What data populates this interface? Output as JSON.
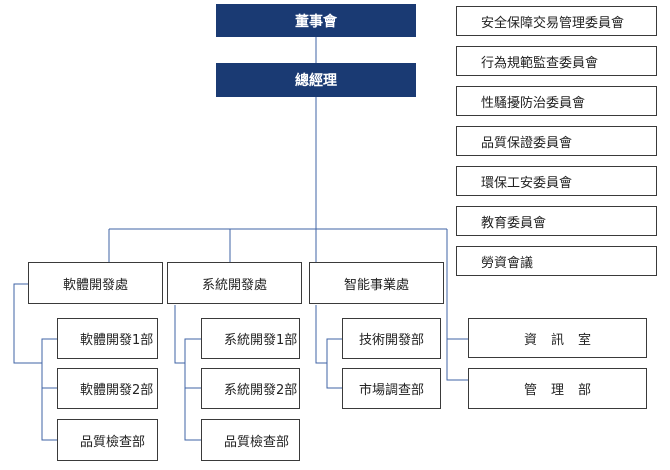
{
  "top": {
    "board": "董事會",
    "gm": "總經理"
  },
  "committees": [
    "安全保障交易管理委員會",
    "行為規範監查委員會",
    "性騷擾防治委員會",
    "品質保證委員會",
    "環保工安委員會",
    "教育委員會",
    "勞資會議"
  ],
  "divisions": [
    {
      "name": "軟體開發處",
      "units": [
        "軟體開發1部",
        "軟體開發2部",
        "品質檢查部"
      ]
    },
    {
      "name": "系統開發處",
      "units": [
        "系統開發1部",
        "系統開發2部",
        "品質檢查部"
      ]
    },
    {
      "name": "智能事業處",
      "units": [
        "技術開發部",
        "市場調查部"
      ]
    }
  ],
  "offices": [
    "資訊室",
    "管理部"
  ],
  "colors": {
    "header_fill": "#1a3a73",
    "connector": "#3f63a5",
    "box_border": "#3a3a3a"
  }
}
